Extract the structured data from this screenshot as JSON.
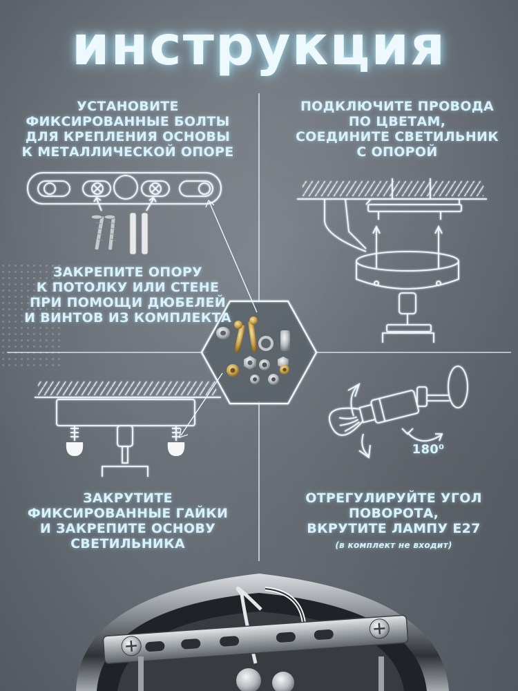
{
  "title": "инструкция",
  "steps": {
    "bolts": "УСТАНОВИТЕ\nФИКСИРОВАННЫЕ БОЛТЫ\nДЛЯ КРЕПЛЕНИЯ ОСНОВЫ\nК МЕТАЛЛИЧЕСКОЙ ОПОРЕ",
    "wires": "ПОДКЛЮЧИТЕ ПРОВОДА\nПО ЦВЕТАМ,\nСОЕДИНИТЕ СВЕТИЛЬНИК\nС ОПОРОЙ",
    "mount": "ЗАКРЕПИТЕ ОПОРУ\nК ПОТОЛКУ ИЛИ СТЕНЕ\nПРИ ПОМОЩИ ДЮБЕЛЕЙ\nИ ВИНТОВ ИЗ КОМПЛЕКТА",
    "nuts": "ЗАКРУТИТЕ\nФИКСИРОВАННЫЕ ГАЙКИ\nИ ЗАКРЕПИТЕ ОСНОВУ\nСВЕТИЛЬНИКА",
    "rotate": "ОТРЕГУЛИРУЙТЕ УГОЛ\nПОВОРОТА,\nВКРУТИТЕ ЛАМПУ E27",
    "note": "(в комплект не входит)"
  },
  "angle_label": "180⁰",
  "colors": {
    "text": "#d8f2fb",
    "line": "#e9f6fb",
    "glow": "#bdefff"
  }
}
